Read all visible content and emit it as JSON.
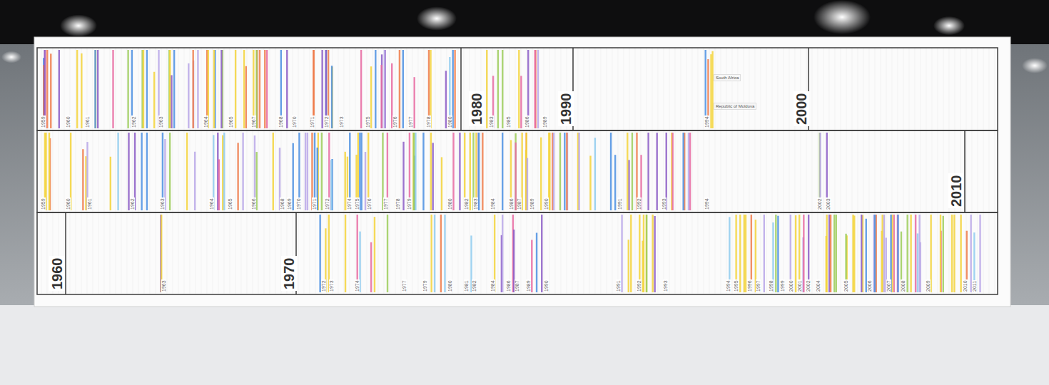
{
  "diagram": {
    "labels": [
      "1960",
      "1970",
      "1980",
      "1990",
      "2000",
      "2010",
      "1959",
      "1960",
      "1961",
      "1962",
      "1963",
      "1964",
      "1965",
      "1967",
      "1968",
      "1970",
      "1971",
      "1972",
      "1973",
      "1975",
      "1976",
      "1977",
      "1978",
      "1980",
      "1983",
      "1985",
      "1986",
      "1989",
      "1994",
      "1959",
      "1960",
      "1961",
      "1962",
      "1963",
      "1964",
      "1965",
      "1966",
      "1968",
      "1969",
      "1970",
      "1971",
      "1972",
      "1974",
      "1975",
      "1976",
      "1977",
      "1978",
      "1979",
      "1980",
      "1982",
      "1983",
      "1984",
      "1986",
      "1987",
      "1989",
      "1990",
      "1991",
      "1992",
      "1993",
      "1994",
      "2002",
      "2003",
      "1963",
      "1972",
      "1973",
      "1974",
      "1977",
      "1979",
      "1980",
      "1981",
      "1982",
      "1984",
      "1986",
      "1987",
      "1989",
      "1990",
      "1991",
      "1992",
      "1993",
      "1994",
      "1995",
      "1996",
      "1997",
      "1998",
      "1999",
      "2000",
      "2001",
      "2002",
      "2004",
      "2005",
      "2006",
      "2007",
      "2008",
      "2009",
      "2010",
      "2011",
      "South Africa",
      "Republic of Moldova"
    ]
  }
}
